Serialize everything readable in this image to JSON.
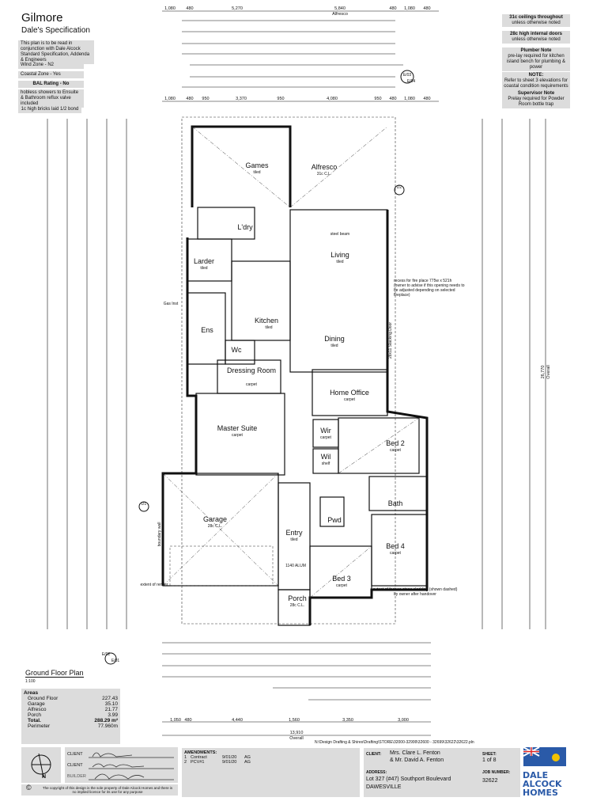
{
  "header": {
    "title": "Gilmore",
    "subtitle": "Dale's Specification"
  },
  "left_notes": [
    "This plan is to be read in conjunction with Dale Alcock Standard Specification, Addenda & Engineers",
    "Wind Zone - N2",
    "Coastal Zone - Yes",
    "BAL Rating - No",
    "hobless showers to Ensuite & Bathroom reflux valve included",
    "1c high bricks laid 1/2 bond"
  ],
  "right_notes": [
    {
      "title": "31c ceilings throughout",
      "body": "unless otherwise noted"
    },
    {
      "title": "28c high internal doors",
      "body": "unless otherwise noted"
    },
    {
      "title": "Plumber Note",
      "body": "pre-lay required for kitchen island bench for plumbing & power"
    },
    {
      "title": "NOTE:",
      "body": "Refer to sheet 3 elevations for coastal condition requirements"
    },
    {
      "title": "Supervisor Note",
      "body": "Prelay required for Powder Room bottle trap"
    }
  ],
  "rooms": [
    {
      "name": "Games",
      "finish": "tiled"
    },
    {
      "name": "Alfresco",
      "finish": "31c C.L."
    },
    {
      "name": "L'dry",
      "finish": ""
    },
    {
      "name": "Larder",
      "finish": "tiled"
    },
    {
      "name": "Living",
      "finish": "tiled"
    },
    {
      "name": "Kitchen",
      "finish": "tiled"
    },
    {
      "name": "Ens",
      "finish": ""
    },
    {
      "name": "Wc",
      "finish": ""
    },
    {
      "name": "Dressing Room",
      "finish": "carpet"
    },
    {
      "name": "Dining",
      "finish": "tiled"
    },
    {
      "name": "Home Office",
      "finish": "carpet"
    },
    {
      "name": "Master Suite",
      "finish": "carpet"
    },
    {
      "name": "Wir",
      "finish": "carpet"
    },
    {
      "name": "Wil",
      "finish": "shelf"
    },
    {
      "name": "Bed 2",
      "finish": "carpet"
    },
    {
      "name": "Bath",
      "finish": ""
    },
    {
      "name": "Garage",
      "finish": "28c C.L."
    },
    {
      "name": "Entry",
      "finish": "tiled"
    },
    {
      "name": "Pwd",
      "finish": ""
    },
    {
      "name": "Bed 4",
      "finish": "carpet"
    },
    {
      "name": "Bed 3",
      "finish": "carpet"
    },
    {
      "name": "Porch",
      "finish": "28c C.L."
    }
  ],
  "plan_notes": {
    "steel_beam": "steel beam",
    "fireplace": "recess for fire place 775w x 521h (owner to advise if this opening needs to be adjusted depending on selected fireplace)",
    "stone": "extent of feature stone cladding (shown dashed) by owner after handover",
    "alum": "1140 ALUM",
    "stacking_door": "28x11 Stacking Door",
    "boundary": "boundary wall",
    "gas": "Gas Inst",
    "render": "extent of render"
  },
  "dimensions": {
    "top_row": [
      "1,080",
      "480",
      "5,270",
      "5,840",
      "480",
      "1,080",
      "480"
    ],
    "top_row_labels": [
      "",
      "",
      "",
      "Alfresco",
      "",
      "",
      ""
    ],
    "top_bottom_row": [
      "1,080",
      "480",
      "950",
      "3,370",
      "950",
      "4,080",
      "950",
      "480",
      "1,080",
      "480"
    ],
    "bottom_row": [
      "1,050",
      "480",
      "4,440",
      "1,560",
      "3,350",
      "3,000"
    ],
    "overall_width": "13,910",
    "overall_depth": "26,770",
    "overall_label": "Overall"
  },
  "plan_title": {
    "title": "Ground Floor Plan",
    "scale": "1:100"
  },
  "areas": {
    "heading": "Areas",
    "rows": [
      {
        "label": "Ground Floor",
        "value": "227.43"
      },
      {
        "label": "Garage",
        "value": "35.10"
      },
      {
        "label": "Alfresco",
        "value": "21.77"
      },
      {
        "label": "Porch",
        "value": "3.99"
      }
    ],
    "total_label": "Total.",
    "total_value": "288.29 m²",
    "perimeter_label": "Perimeter",
    "perimeter_value": "77.960m"
  },
  "signatures": {
    "client1": "CLIENT",
    "client2": "CLIENT",
    "builder": "BUILDER"
  },
  "compass": "N",
  "copyright": "The copyright of this design is the sole property of Dale Alcock Homes and there is no implied licence for its use for any purpose",
  "file_path": "N:\\Design Drafting & Shires\\Drafting\\STORE\\32000-32999\\32600 - 32699\\32622\\32622.pln",
  "amendments": {
    "heading": "AMENDMENTS:",
    "rows": [
      {
        "no": "1",
        "desc": "Contract",
        "date": "9/01/20",
        "by": "AG"
      },
      {
        "no": "2",
        "desc": "PCV#1",
        "date": "9/01/20",
        "by": "AG"
      }
    ]
  },
  "client_block": {
    "client_label": "CLIENT:",
    "client": "Mrs. Clare L. Fenton",
    "client2": "& Mr. David A. Fenton",
    "sheet_label": "SHEET:",
    "sheet": "1 of 8",
    "address_label": "ADDRESS:",
    "address1": "Lot 327 (#47) Southport Boulevard",
    "address2": "DAWESVILLE",
    "job_label": "JOB NUMBER:",
    "job": "32622"
  },
  "logo": {
    "text": [
      "DALE",
      "ALCOCK",
      "HOMES"
    ],
    "color": "#2a5aa8"
  },
  "elevation_markers": [
    "E/03",
    "E/04",
    "D2",
    "D1",
    "E/02",
    "E/01"
  ]
}
